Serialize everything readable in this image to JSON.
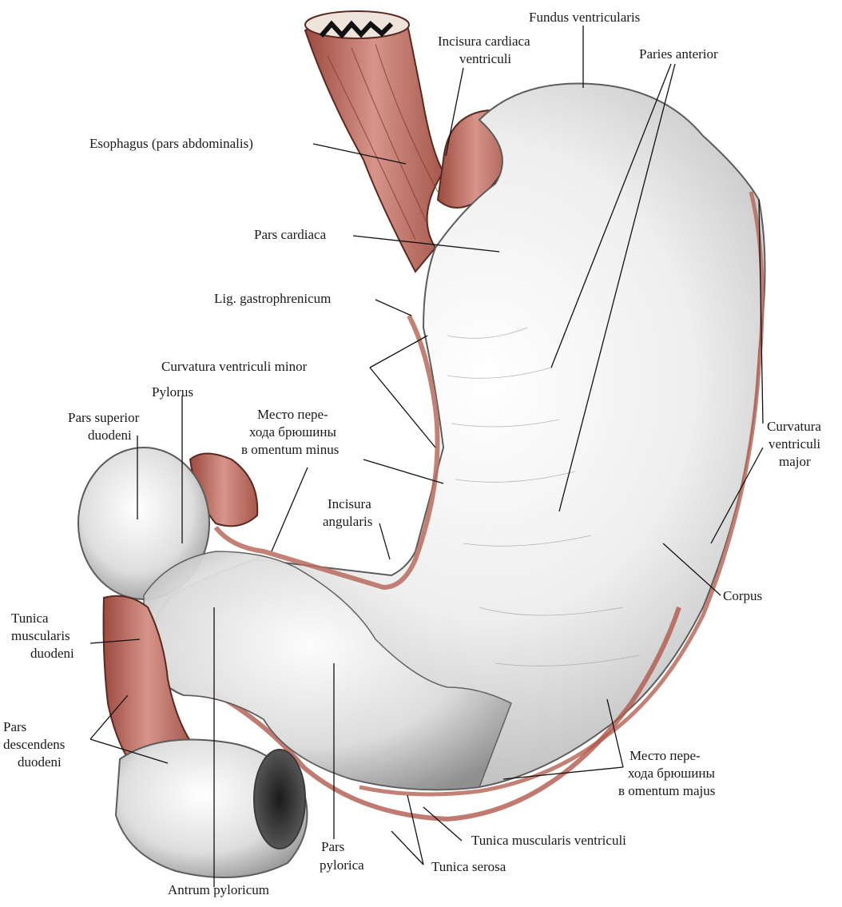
{
  "labels": {
    "fundus": "Fundus ventricularis",
    "incisura_cardiaca_1": "Incisura cardiaca",
    "incisura_cardiaca_2": "ventriculi",
    "paries_anterior": "Paries anterior",
    "esophagus": "Esophagus (pars abdominalis)",
    "pars_cardiaca": "Pars cardiaca",
    "lig_gastrophrenicum": "Lig. gastrophrenicum",
    "curvatura_minor": "Curvatura ventriculi  minor",
    "pylorus": "Pylorus",
    "pars_superior_1": "Pars superior",
    "pars_superior_2": "duodeni",
    "mesto_minus_1": "Место пере-",
    "mesto_minus_2": "хода брюшины",
    "mesto_minus_3": "в omentum minus",
    "incisura_angularis_1": "Incisura",
    "incisura_angularis_2": "angularis",
    "curvatura_major_1": "Curvatura",
    "curvatura_major_2": "ventriculi",
    "curvatura_major_3": "major",
    "corpus": "Corpus",
    "tunica_musc_duod_1": "Tunica",
    "tunica_musc_duod_2": "muscularis",
    "tunica_musc_duod_3": "duodeni",
    "pars_descendens_1": "Pars",
    "pars_descendens_2": "descendens",
    "pars_descendens_3": "duodeni",
    "mesto_majus_1": "Место пере-",
    "mesto_majus_2": "хода брюшины",
    "mesto_majus_3": "в omentum majus",
    "tunica_musc_vent": "Tunica muscularis ventriculi",
    "pars_pylorica_1": "Pars",
    "pars_pylorica_2": "pylorica",
    "tunica_serosa": "Tunica serosa",
    "antrum": "Antrum pyloricum"
  }
}
